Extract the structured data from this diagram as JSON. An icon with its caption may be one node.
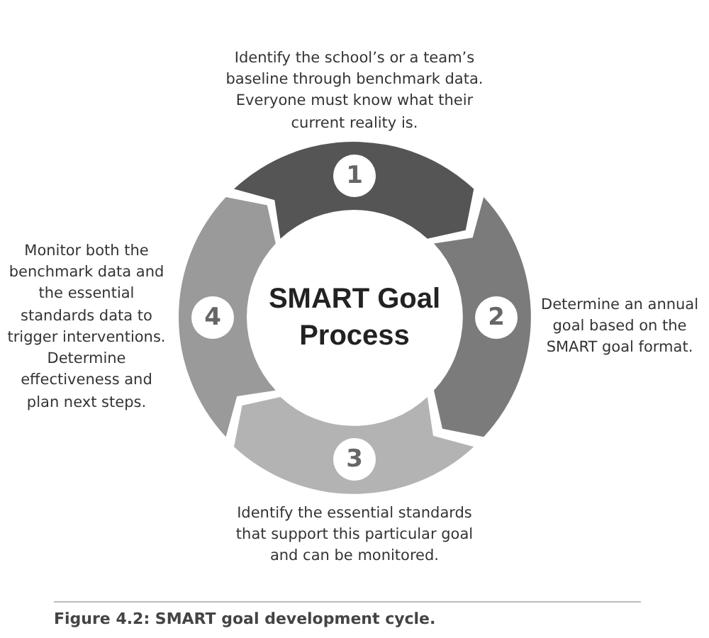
{
  "diagram": {
    "caption": "Figure 4.2: SMART goal development cycle.",
    "nodes": [
      {
        "text": [
          "SMART Goal Process"
        ]
      },
      {
        "text": [
          "1"
        ],
        "beside": [
          "Identify the school’s or a team’s baseline through benchmark data. Everyone must know what their current reality is."
        ]
      },
      {
        "text": [
          "2"
        ],
        "beside": [
          "Determine an annual goal based on the SMART goal format."
        ]
      },
      {
        "text": [
          "3"
        ],
        "beside": [
          "Identify the essential standards that support this particular goal and can be monitored."
        ]
      },
      {
        "text": [
          "4"
        ],
        "beside": [
          "Monitor both the benchmark data and the essential standards data to trigger interventions. Determine effectiveness and plan next steps."
        ]
      }
    ]
  }
}
